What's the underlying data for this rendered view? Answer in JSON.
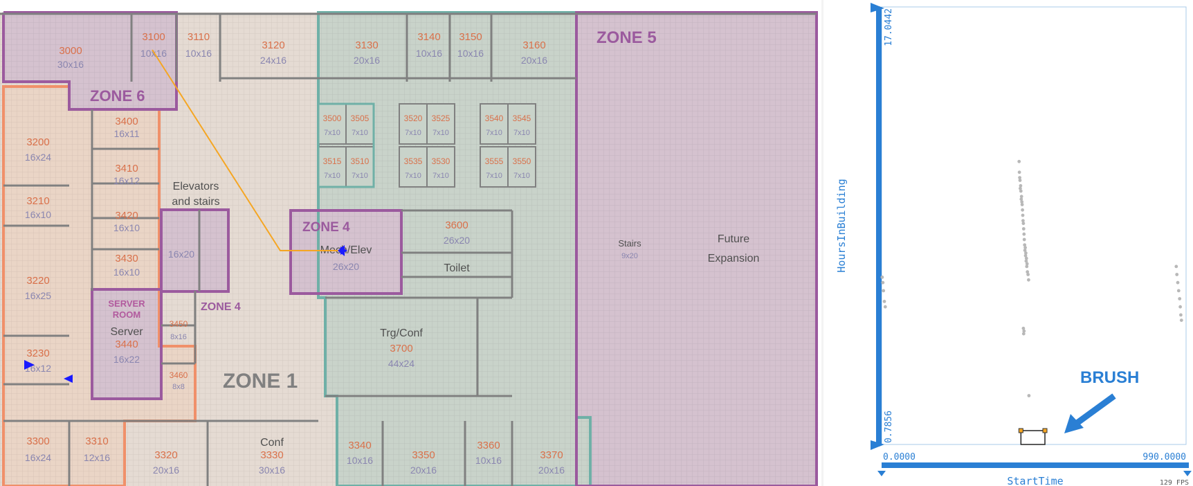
{
  "floorplan": {
    "zones": {
      "zone1": "ZONE 1",
      "zone4a": "ZONE 4",
      "zone4b": "ZONE 4",
      "zone5": "ZONE 5",
      "zone6": "ZONE 6"
    },
    "rooms": {
      "r3000": {
        "id": "3000",
        "size": "30x16"
      },
      "r3100": {
        "id": "3100",
        "size": "10x16"
      },
      "r3110": {
        "id": "3110",
        "size": "10x16"
      },
      "r3120": {
        "id": "3120",
        "size": "24x16"
      },
      "r3130": {
        "id": "3130",
        "size": "20x16"
      },
      "r3140": {
        "id": "3140",
        "size": "10x16"
      },
      "r3150": {
        "id": "3150",
        "size": "10x16"
      },
      "r3160": {
        "id": "3160",
        "size": "20x16"
      },
      "r3200": {
        "id": "3200",
        "size": "16x24"
      },
      "r3210": {
        "id": "3210",
        "size": "16x10"
      },
      "r3220": {
        "id": "3220",
        "size": "16x25"
      },
      "r3230": {
        "id": "3230",
        "size": "16x12"
      },
      "r3300": {
        "id": "3300",
        "size": "16x24"
      },
      "r3310": {
        "id": "3310",
        "size": "12x16"
      },
      "r3320": {
        "id": "3320",
        "size": "20x16"
      },
      "r3330": {
        "id": "3330",
        "size": "30x16"
      },
      "r3340": {
        "id": "3340",
        "size": "10x16"
      },
      "r3350": {
        "id": "3350",
        "size": "20x16"
      },
      "r3360": {
        "id": "3360",
        "size": "10x16"
      },
      "r3370": {
        "id": "3370",
        "size": "20x16"
      },
      "r3400": {
        "id": "3400",
        "size": "16x11"
      },
      "r3410": {
        "id": "3410",
        "size": "16x12"
      },
      "r3420": {
        "id": "3420",
        "size": "16x10"
      },
      "r3430": {
        "id": "3430",
        "size": "16x10"
      },
      "r3440": {
        "id": "3440",
        "size": "16x22"
      },
      "r3450": {
        "id": "3450",
        "size": "8x16"
      },
      "r3460": {
        "id": "3460",
        "size": "8x8"
      },
      "r3500": {
        "id": "3500",
        "size": "7x10"
      },
      "r3505": {
        "id": "3505",
        "size": "7x10"
      },
      "r3510": {
        "id": "3510",
        "size": "7x10"
      },
      "r3515": {
        "id": "3515",
        "size": "7x10"
      },
      "r3520": {
        "id": "3520",
        "size": "7x10"
      },
      "r3525": {
        "id": "3525",
        "size": "7x10"
      },
      "r3530": {
        "id": "3530",
        "size": "7x10"
      },
      "r3535": {
        "id": "3535",
        "size": "7x10"
      },
      "r3540": {
        "id": "3540",
        "size": "7x10"
      },
      "r3545": {
        "id": "3545",
        "size": "7x10"
      },
      "r3550": {
        "id": "3550",
        "size": "7x10"
      },
      "r3555": {
        "id": "3555",
        "size": "7x10"
      },
      "r3600": {
        "id": "3600",
        "size": "26x20"
      },
      "r3700": {
        "id": "3700",
        "size": "44x24"
      }
    },
    "labels": {
      "elevators": [
        "Elevators",
        "and stairs"
      ],
      "elev_size": "16x20",
      "mech_elev": "Mech/Elev",
      "mech_size": "26x20",
      "toilet": "Toilet",
      "trg_conf": "Trg/Conf",
      "conf": "Conf",
      "server_room": [
        "SERVER",
        "ROOM"
      ],
      "server": "Server",
      "stairs": "Stairs",
      "stairs_size": "9x20",
      "future_expansion": [
        "Future",
        "Expansion"
      ]
    },
    "colors": {
      "zone1": "#e5dbd3",
      "zone_teal": "#c9d3ca",
      "zone_purple": "#d5c2cf",
      "zone_orange_border": "#f0906a",
      "teal_border": "#6fb0a7",
      "purple_border": "#9b5a9e",
      "path_line": "#f5a623",
      "marker": "#1a1aff"
    }
  },
  "scatter": {
    "y_axis_label": "HoursInBuilding",
    "y_max": "17.0442",
    "y_min": "0.7856",
    "x_axis_label": "StartTime",
    "x_min": "0.0000",
    "x_max": "990.0000",
    "fps": "129 FPS",
    "brush_label": "BRUSH",
    "axis_color": "#2a7fd4",
    "point_color": "#b8b8b8",
    "brush_handle_color": "#f5a623"
  },
  "chart_data": {
    "type": "scatter",
    "xlabel": "StartTime",
    "ylabel": "HoursInBuilding",
    "xlim": [
      0,
      990
    ],
    "ylim": [
      0.7856,
      17.0442
    ],
    "clusters": [
      {
        "x": [
          448,
          450,
          452,
          453,
          455,
          456,
          457,
          458,
          459,
          460,
          461,
          462,
          463,
          464,
          465,
          466,
          468,
          470,
          472,
          474,
          447,
          449,
          451,
          454,
          467,
          469,
          471,
          473,
          476,
          478
        ],
        "y": [
          10.9,
          10.6,
          10.4,
          10.2,
          10.0,
          9.8,
          9.7,
          9.5,
          9.3,
          9.1,
          9.0,
          8.8,
          8.6,
          8.4,
          8.2,
          8.0,
          7.8,
          7.6,
          7.4,
          7.2,
          11.3,
          10.7,
          10.3,
          9.9,
          8.1,
          7.9,
          7.7,
          7.5,
          7.1,
          6.9
        ]
      },
      {
        "x": [
          2,
          4,
          6,
          9,
          12
        ],
        "y": [
          7.0,
          6.8,
          6.5,
          6.1,
          5.9
        ]
      },
      {
        "x": [
          958,
          960,
          963,
          966,
          969,
          971,
          973,
          975
        ],
        "y": [
          7.4,
          7.1,
          6.8,
          6.5,
          6.2,
          5.9,
          5.6,
          5.4
        ]
      },
      {
        "x": [
          461,
          462,
          463
        ],
        "y": [
          5.1,
          4.9,
          5.0
        ]
      },
      {
        "x": [
          479
        ],
        "y": [
          2.6
        ]
      }
    ],
    "brush": {
      "x": [
        453,
        531
      ],
      "y": [
        0.7856,
        1.3
      ]
    }
  }
}
